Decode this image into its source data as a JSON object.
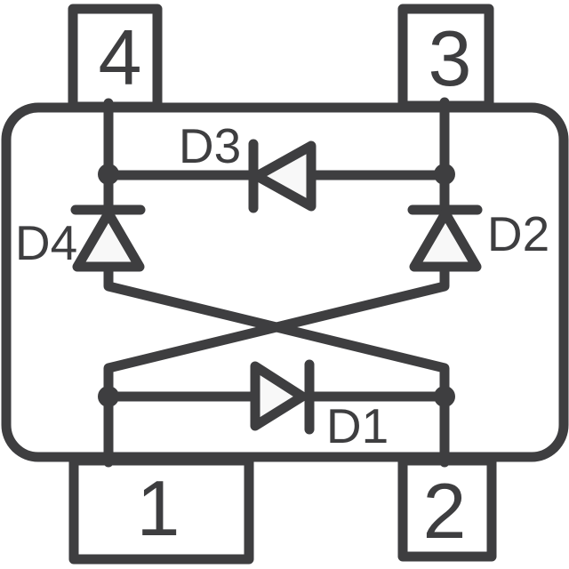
{
  "diagram": {
    "type": "schematic",
    "description": "Quad crossover diode array in 4-pin package outline",
    "colors": {
      "ink": "#3e3e40",
      "triangle_fill": "#f8f8f8",
      "background": "#ffffff"
    },
    "pins": [
      {
        "number": "4",
        "position": "top-left"
      },
      {
        "number": "3",
        "position": "top-right"
      },
      {
        "number": "1",
        "position": "bottom-left"
      },
      {
        "number": "2",
        "position": "bottom-right"
      }
    ],
    "diodes": [
      {
        "label": "D1",
        "direction": "points-right",
        "anode_node": "pin-1-node",
        "cathode_node": "pin-2-node"
      },
      {
        "label": "D2",
        "direction": "points-up",
        "anode_node": "pin-1-node",
        "cathode_node": "pin-3-node"
      },
      {
        "label": "D3",
        "direction": "points-left",
        "anode_node": "pin-3-node",
        "cathode_node": "pin-4-node"
      },
      {
        "label": "D4",
        "direction": "points-up",
        "anode_node": "pin-2-node",
        "cathode_node": "pin-4-node"
      }
    ],
    "junctions": [
      {
        "name": "pin-4-node",
        "connects": [
          "pin 4",
          "D3 cathode",
          "D4 cathode"
        ]
      },
      {
        "name": "pin-3-node",
        "connects": [
          "pin 3",
          "D3 anode",
          "D2 cathode"
        ]
      },
      {
        "name": "pin-1-node",
        "connects": [
          "pin 1",
          "D1 anode",
          "D2 anode"
        ]
      },
      {
        "name": "pin-2-node",
        "connects": [
          "pin 2",
          "D1 cathode",
          "D4 anode"
        ]
      }
    ]
  }
}
